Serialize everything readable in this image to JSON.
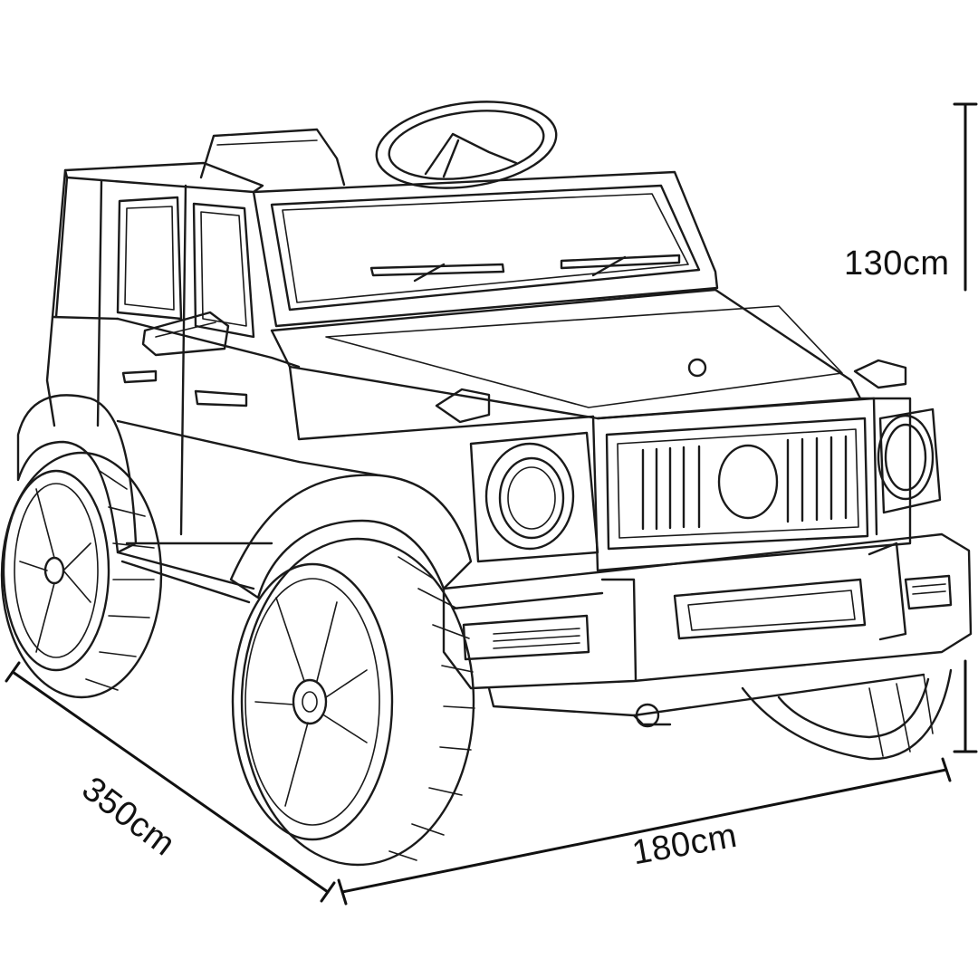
{
  "dimensions": {
    "height": "130cm",
    "width": "180cm",
    "length": "350cm"
  },
  "figure": {
    "subject": "ride-on-car-outline-icon",
    "line_color": "#1a1a1a",
    "background": "#ffffff"
  }
}
